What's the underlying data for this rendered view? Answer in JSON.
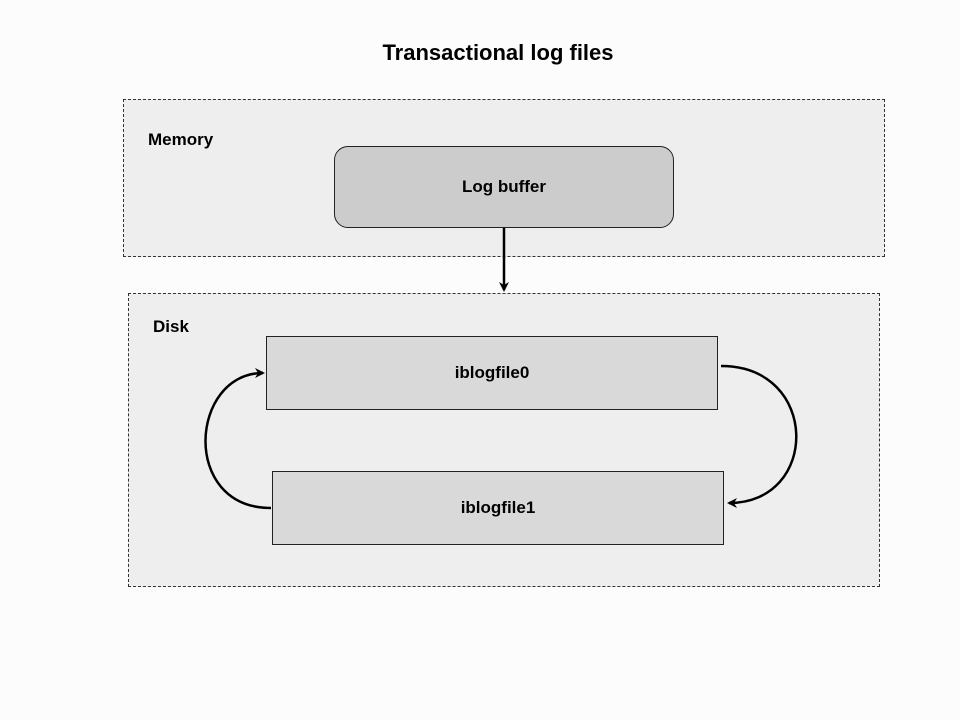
{
  "title": "Transactional log files",
  "regions": {
    "memory": {
      "label": "Memory"
    },
    "disk": {
      "label": "Disk"
    }
  },
  "nodes": {
    "log_buffer": "Log buffer",
    "logfile0": "iblogfile0",
    "logfile1": "iblogfile1"
  },
  "edges": [
    {
      "from": "Log buffer",
      "to": "Disk"
    },
    {
      "from": "iblogfile0",
      "to": "iblogfile1"
    },
    {
      "from": "iblogfile1",
      "to": "iblogfile0"
    }
  ]
}
